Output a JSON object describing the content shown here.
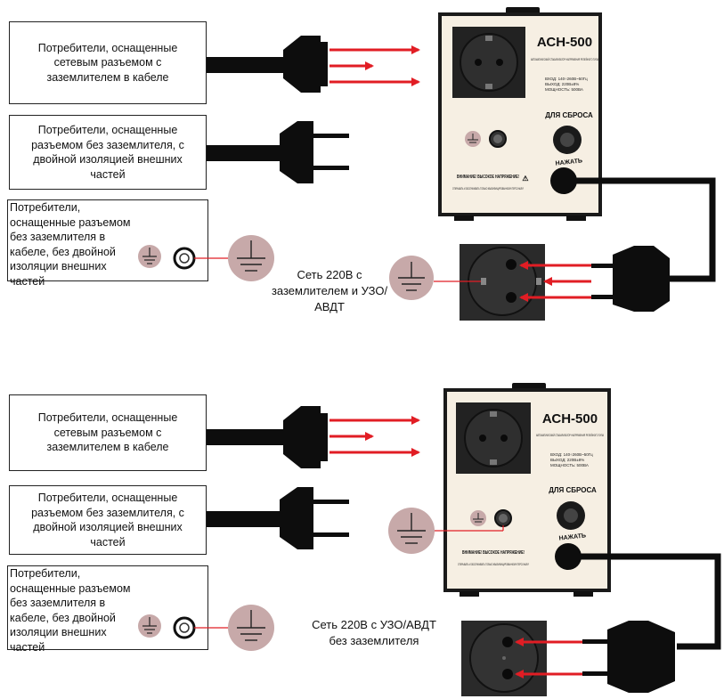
{
  "colors": {
    "arrow": "#e11d24",
    "stabilizer_body": "#f6efe3",
    "stabilizer_frame": "#1a1a1a",
    "ground_circle": "#c7a9a9",
    "cable": "#0d0d0d",
    "socket_face": "#2a2a2a"
  },
  "icons": [
    "plug-icon",
    "socket-icon",
    "ground-symbol-icon",
    "terminal-icon",
    "arrow-icon"
  ],
  "panels": [
    {
      "consumers": [
        {
          "text": "Потребители, оснащенные сетевым разъемом с заземлителем в кабеле"
        },
        {
          "text": "Потребители, оснащенные разъемом без заземлителя, с двойной изоляцией внешних частей"
        },
        {
          "text": "Потребители, оснащенные разъемом без заземлителя в кабеле, без двойной изоляции внешних частей"
        }
      ],
      "stabilizer": {
        "model": "АСН-500",
        "subtitle": "АВТОМАТИЧЕСКИЙ СТАБИЛИЗАТОР НАПРЯЖЕНИЯ РЕЛЕЙНОГО ТИПА",
        "specs": [
          "ВХОД: 140÷260В~50Гц",
          "ВЫХОД: 220В±8%",
          "МОЩНОСТЬ: 500ВА"
        ],
        "reset_label": "ДЛЯ СБРОСА",
        "press_label": "НАЖАТЬ",
        "warning_title": "ВНИМАНИЕ! ВЫСОКОЕ НАПРЯЖЕНИЕ!",
        "warning_text": "ОТКРЫВАТЬ И ОБСЛУЖИВАТЬ ТОЛЬКО КВАЛИФИЦИРОВАННОМУ ПЕРСОНАЛУ!"
      },
      "network_label": "Сеть 220В с заземлителем и УЗО/АВДТ"
    },
    {
      "consumers": [
        {
          "text": "Потребители, оснащенные сетевым разъемом с заземлителем в кабеле"
        },
        {
          "text": "Потребители, оснащенные разъемом без заземлителя, с двойной изоляцией внешних частей"
        },
        {
          "text": "Потребители, оснащенные разъемом без заземлителя в кабеле, без двойной изоляции внешних частей"
        }
      ],
      "stabilizer": {
        "model": "АСН-500",
        "subtitle": "АВТОМАТИЧЕСКИЙ СТАБИЛИЗАТОР НАПРЯЖЕНИЯ РЕЛЕЙНОГО ТИПА",
        "specs": [
          "ВХОД: 140÷260В~50Гц",
          "ВЫХОД: 220В±8%",
          "МОЩНОСТЬ: 500ВА"
        ],
        "reset_label": "ДЛЯ СБРОСА",
        "press_label": "НАЖАТЬ",
        "warning_title": "ВНИМАНИЕ! ВЫСОКОЕ НАПРЯЖЕНИЕ!",
        "warning_text": "ОТКРЫВАТЬ И ОБСЛУЖИВАТЬ ТОЛЬКО КВАЛИФИЦИРОВАННОМУ ПЕРСОНАЛУ!"
      },
      "network_label": "Сеть 220В с УЗО/АВДТ без заземлителя"
    }
  ]
}
